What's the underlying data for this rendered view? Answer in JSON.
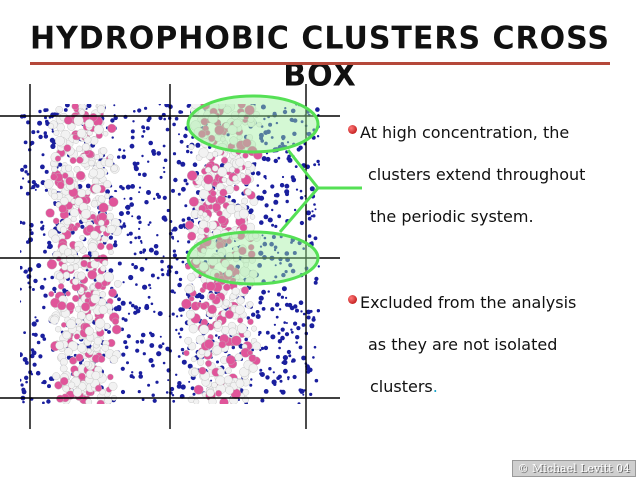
{
  "slide": {
    "title": "HYDROPHOBIC CLUSTERS CROSS BOX",
    "bullets": [
      {
        "lines": [
          "At high concentration, the",
          "clusters extend throughout",
          "the periodic system."
        ]
      },
      {
        "lines": [
          "Excluded from the analysis",
          "as they are not isolated",
          "clusters"
        ],
        "trailing_mark": "."
      }
    ],
    "copyright": "© Michael Levitt 04"
  },
  "colors": {
    "title_rule": "#b5483a",
    "water": "#1a1f9e",
    "cluster_pink": "#e0559a",
    "cluster_white": "#f2f2f2",
    "highlight_green": "#55e055",
    "bullet_red": "#c00000"
  },
  "icons": {
    "bullet": "red-sphere-bullet"
  }
}
